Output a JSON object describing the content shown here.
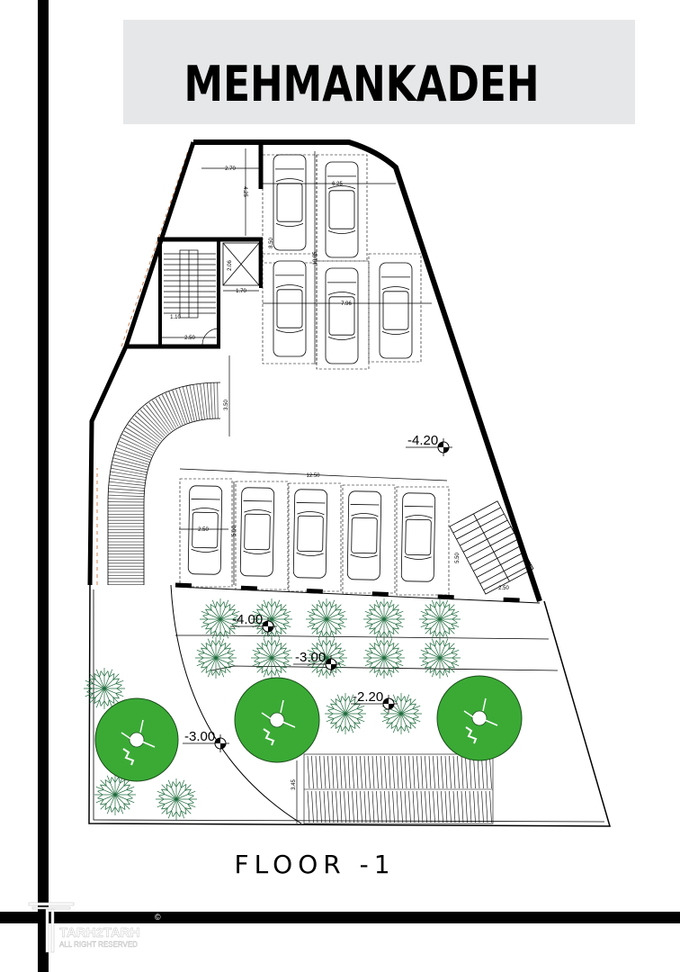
{
  "title": "MEHMANKADEH",
  "floor_label": "FLOOR -1",
  "dimensions": {
    "d_2_70": "2.70",
    "d_4_25": "4.25",
    "d_6_25": "6.25",
    "d_8_50": "8.50",
    "d_10_85": "10.85",
    "d_2_06": "2.06",
    "d_1_70": "1.70",
    "d_7_96": "7.96",
    "d_1_10": "1.10",
    "d_stair_2_50": "2.50",
    "d_3_50": "3.50",
    "d_12_50": "12.50",
    "d_bay_2_50": "2.50",
    "d_5_00": "5.00",
    "d_5_50": "5.50",
    "d_stair2_2_50": "2.50",
    "d_3_45": "3.45"
  },
  "elevations": [
    "-4.20",
    "-4.00",
    "-3.00",
    "-2.20",
    "-3.00"
  ],
  "logo": {
    "name": "TARH2TARH",
    "rights": "ALL RIGHT RESERVED",
    "copyright": "©"
  },
  "colors": {
    "title_bg": "#e6e7e8",
    "tree_green": "#3aaa35",
    "shrub_green": "#1e6b3c",
    "wall": "#000000"
  }
}
